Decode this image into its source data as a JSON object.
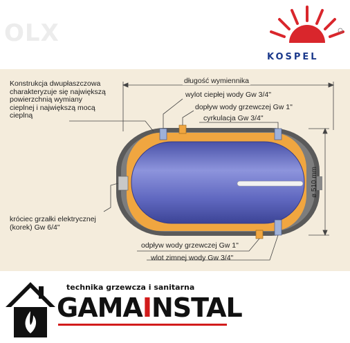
{
  "watermark": {
    "text": "OLX"
  },
  "kospel_logo": {
    "text": "KOSPEL",
    "sun_color": "#d9262c",
    "text_color": "#1c3a8c"
  },
  "diagram": {
    "panel_color": "#f4ecdc",
    "tank_color": "#6f78c8",
    "jacket_color": "#f0a640",
    "casing_color": "#555555",
    "construction_note": [
      "Konstrukcja dwupłaszczowa",
      "charakteryzuje się największą",
      "powierzchnią wymiany",
      "cieplnej i największą mocą",
      "cieplną"
    ],
    "labels": {
      "exchanger_length": "długość wymiennika",
      "hot_water_outlet": "wylot ciepłej wody Gw 3/4\"",
      "heating_water_inlet": "dopływ wody grzewczej Gw 1\"",
      "circulation": "cyrkulacja Gw 3/4\"",
      "heater_port": [
        "króciec grzałki elektrycznej",
        "(korek) Gw 6/4\""
      ],
      "heating_water_outlet": "odpływ wody grzewczej Gw 1\"",
      "cold_water_inlet": "wlot zimnej wody Gw 3/4\"",
      "diameter": "ø 510 mm"
    }
  },
  "gamainstal": {
    "tagline": "technika grzewcza i sanitarna",
    "brand_prefix": "GAMA",
    "brand_accent": "I",
    "brand_suffix": "NSTAL",
    "accent_color": "#d21c1c"
  }
}
